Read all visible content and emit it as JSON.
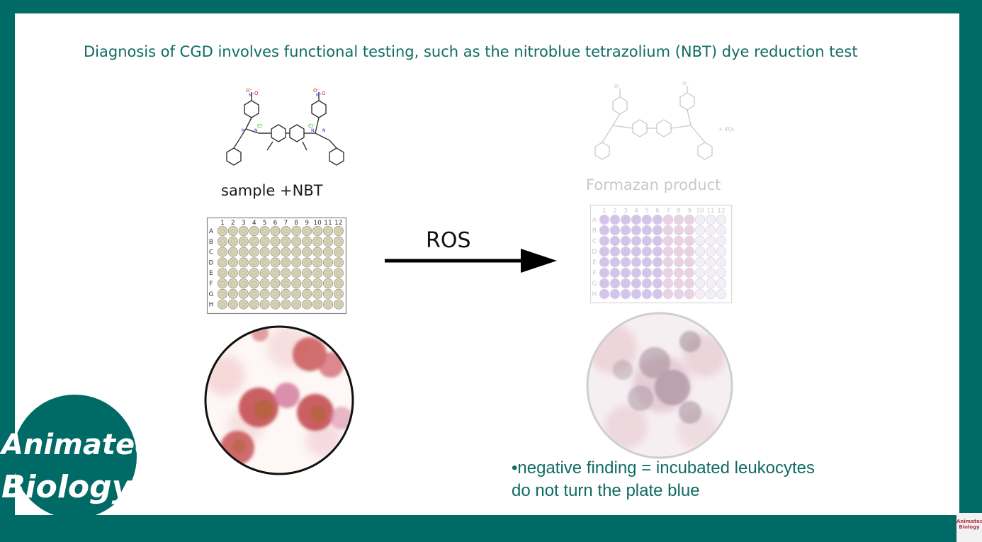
{
  "title": "Diagnosis of CGD involves functional testing, such as the nitroblue tetrazolium (NBT) dye reduction test",
  "left_panel": {
    "label": "sample  +NBT"
  },
  "arrow": {
    "label": "ROS"
  },
  "right_panel": {
    "label": "Formazan product"
  },
  "plate": {
    "columns": [
      "1",
      "2",
      "3",
      "4",
      "5",
      "6",
      "7",
      "8",
      "9",
      "10",
      "11",
      "12"
    ],
    "rows": [
      "A",
      "B",
      "C",
      "D",
      "E",
      "F",
      "G",
      "H"
    ]
  },
  "note": {
    "line1": "•negative finding = incubated leukocytes",
    "line2": "do not turn the plate blue"
  },
  "logo": {
    "line1": "Animated",
    "line2": "Biology",
    "mini_line1": "Animated",
    "mini_line2": "Biology"
  },
  "colors": {
    "background": "#006a66",
    "title": "#0f6b63",
    "well_neutral": "#d8d4b8",
    "well_purple": "#c9b6e6",
    "well_pink": "#e6c6de"
  }
}
